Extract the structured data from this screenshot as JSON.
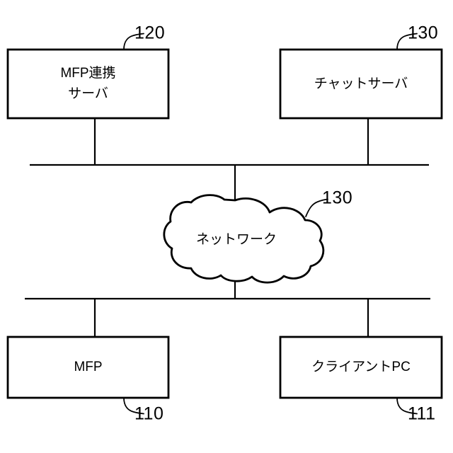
{
  "figure": {
    "background_color": "#ffffff",
    "stroke_color": "#000000",
    "nodes": [
      {
        "id": "mfp-link-server",
        "label_line1": "MFP連携",
        "label_line2": "サーバ",
        "ref": "120"
      },
      {
        "id": "chat-server",
        "label_line1": "チャットサーバ",
        "label_line2": "",
        "ref": "130"
      },
      {
        "id": "mfp",
        "label_line1": "MFP",
        "label_line2": "",
        "ref": "110"
      },
      {
        "id": "client-pc",
        "label_line1": "クライアントPC",
        "label_line2": "",
        "ref": "111"
      }
    ],
    "cloud": {
      "id": "network-cloud",
      "label": "ネットワーク",
      "ref": "130"
    }
  }
}
